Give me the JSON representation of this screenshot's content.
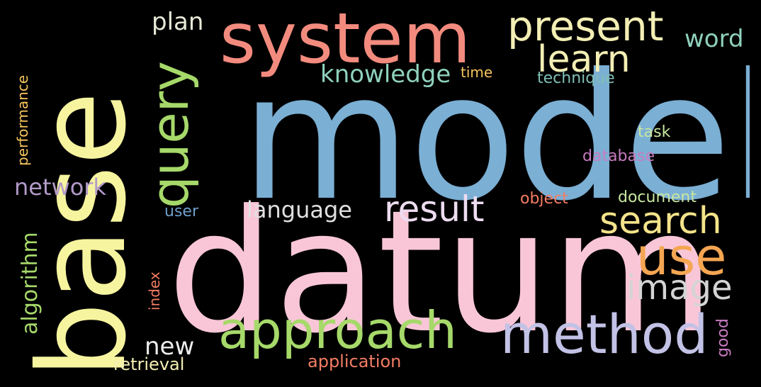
{
  "words": {
    "model": {
      "text": "model",
      "color": "#7bafd4"
    },
    "datum": {
      "text": "datum",
      "color": "#f9c6d8"
    },
    "base": {
      "text": "base",
      "color": "#f7f4a0"
    },
    "system": {
      "text": "system",
      "color": "#f28b7e"
    },
    "query": {
      "text": "query",
      "color": "#a6d96a"
    },
    "present": {
      "text": "present",
      "color": "#f3eeb4"
    },
    "learn": {
      "text": "learn",
      "color": "#f3eeb4"
    },
    "word": {
      "text": "word",
      "color": "#8fd1bd"
    },
    "plan": {
      "text": "plan",
      "color": "#e8e8d8"
    },
    "knowledge": {
      "text": "knowledge",
      "color": "#8fd1bd"
    },
    "time": {
      "text": "time",
      "color": "#f6c45c"
    },
    "technique": {
      "text": "technique",
      "color": "#7fbfb5"
    },
    "performance": {
      "text": "performance",
      "color": "#f6c45c"
    },
    "task": {
      "text": "task",
      "color": "#c8e6a0"
    },
    "database": {
      "text": "database",
      "color": "#c87cc0"
    },
    "network": {
      "text": "network",
      "color": "#b39ac8"
    },
    "result": {
      "text": "result",
      "color": "#eddcf0"
    },
    "language": {
      "text": "language",
      "color": "#e0e0e0"
    },
    "object": {
      "text": "object",
      "color": "#f47c64"
    },
    "document": {
      "text": "document",
      "color": "#c8e6a0"
    },
    "user": {
      "text": "user",
      "color": "#6f9ec9"
    },
    "search": {
      "text": "search",
      "color": "#f4e38a"
    },
    "use": {
      "text": "use",
      "color": "#f5a652"
    },
    "algorithm": {
      "text": "algorithm",
      "color": "#a6d96a"
    },
    "index": {
      "text": "index",
      "color": "#f47c64"
    },
    "image": {
      "text": "image",
      "color": "#d4d4d4"
    },
    "approach": {
      "text": "approach",
      "color": "#a6d96a"
    },
    "method": {
      "text": "method",
      "color": "#c2c2e6"
    },
    "new": {
      "text": "new",
      "color": "#ececec"
    },
    "good": {
      "text": "good",
      "color": "#c87cc0"
    },
    "retrieval": {
      "text": "retrieval",
      "color": "#f3eeb4"
    },
    "application": {
      "text": "application",
      "color": "#f47c64"
    }
  }
}
